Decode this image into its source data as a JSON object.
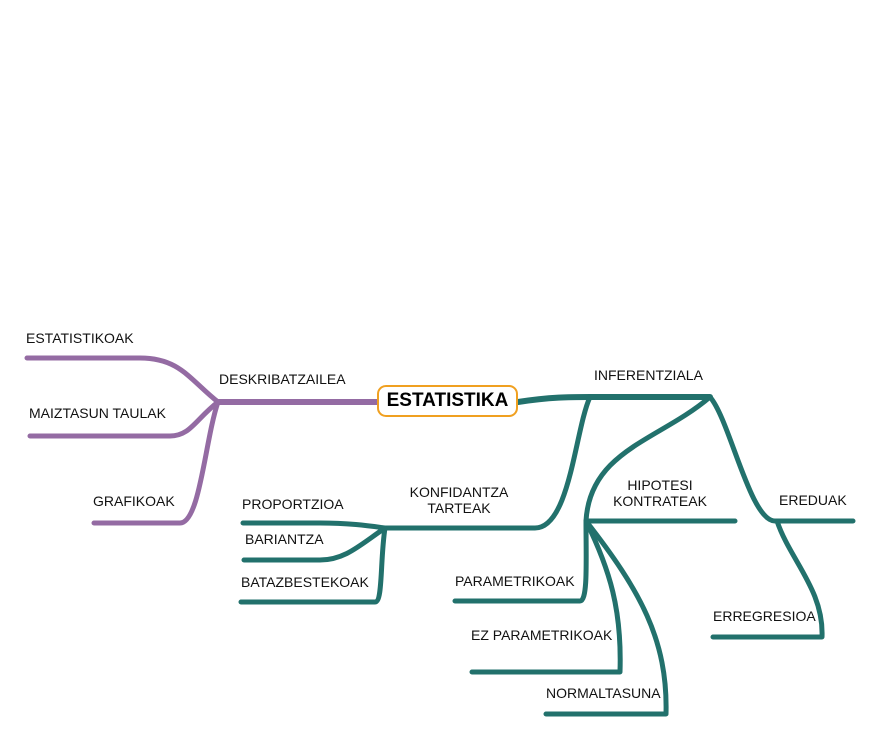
{
  "root": {
    "label": "ESTATISTIKA"
  },
  "colors": {
    "descriptive": "#946ba3",
    "inferential": "#22716c",
    "root_border": "#f0a020"
  },
  "branches": {
    "descriptive": {
      "label": "DESKRIBATZAILEA",
      "children": [
        "ESTATISTIKOAK",
        "MAIZTASUN TAULAK",
        "GRAFIKOAK"
      ]
    },
    "inferential": {
      "label": "INFERENTZIALA",
      "confidence": {
        "label_line1": "KONFIDANTZA",
        "label_line2": "TARTEAK",
        "children": [
          "PROPORTZIOA",
          "BARIANTZA",
          "BATAZBESTEKOAK"
        ]
      },
      "hypothesis": {
        "label_line1": "HIPOTESI",
        "label_line2": "KONTRATEAK",
        "children": [
          "PARAMETRIKOAK",
          "EZ PARAMETRIKOAK",
          "NORMALTASUNA"
        ]
      },
      "models": {
        "label": "EREDUAK",
        "children": [
          "ERREGRESIOA"
        ]
      }
    }
  }
}
